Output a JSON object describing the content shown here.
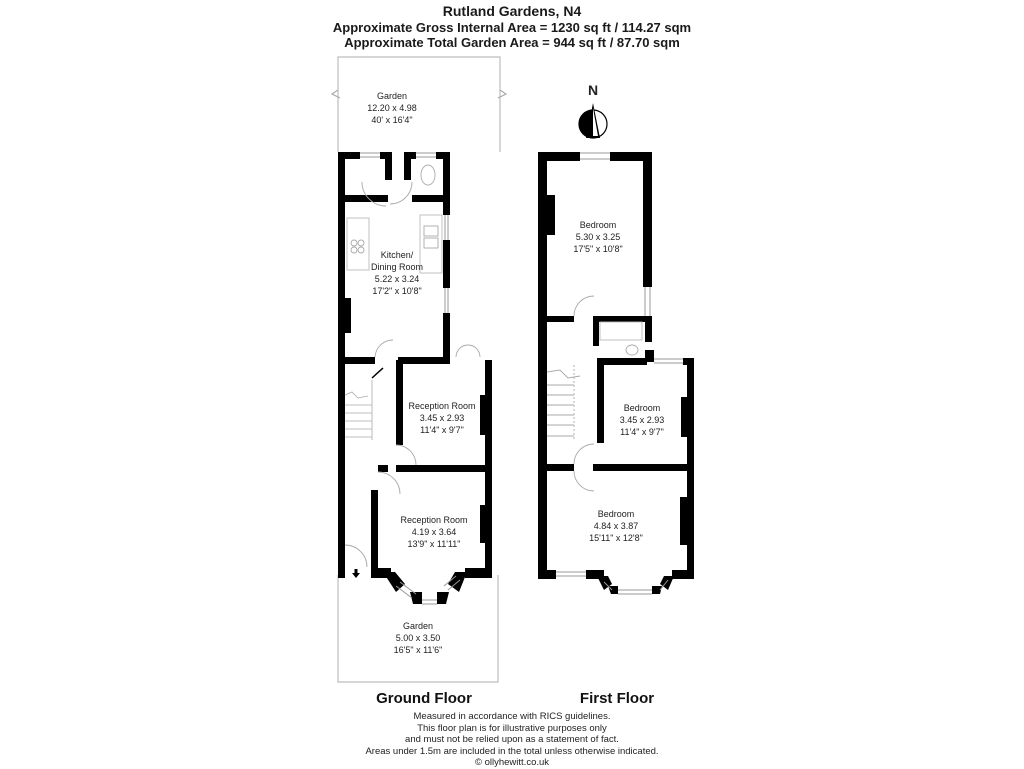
{
  "header": {
    "title": "Rutland Gardens, N4",
    "gross_internal_area": "Approximate Gross Internal Area = 1230 sq ft / 114.27 sqm",
    "total_garden_area": "Approximate Total Garden Area = 944 sq ft / 87.70 sqm"
  },
  "compass": {
    "label": "N",
    "icon": "north-arrow-icon"
  },
  "ground_floor": {
    "title": "Ground Floor",
    "rooms": [
      {
        "name": "Garden",
        "metric": "12.20 x 4.98",
        "imperial": "40' x 16'4\""
      },
      {
        "name": "Kitchen/\nDining Room",
        "line1": "Kitchen/",
        "line2": "Dining Room",
        "metric": "5.22 x 3.24",
        "imperial": "17'2\" x 10'8\""
      },
      {
        "name": "Reception Room",
        "metric": "3.45 x 2.93",
        "imperial": "11'4\" x 9'7\""
      },
      {
        "name": "Reception Room",
        "metric": "4.19 x 3.64",
        "imperial": "13'9\" x 11'11\""
      },
      {
        "name": "Garden",
        "metric": "5.00 x 3.50",
        "imperial": "16'5\" x 11'6\""
      }
    ]
  },
  "first_floor": {
    "title": "First Floor",
    "rooms": [
      {
        "name": "Bedroom",
        "metric": "5.30 x 3.25",
        "imperial": "17'5\" x 10'8\""
      },
      {
        "name": "Bedroom",
        "metric": "3.45 x 2.93",
        "imperial": "11'4\" x 9'7\""
      },
      {
        "name": "Bedroom",
        "metric": "4.84 x 3.87",
        "imperial": "15'11\" x 12'8\""
      }
    ]
  },
  "footer": {
    "lines": [
      "Measured in accordance with RICS guidelines.",
      "This floor plan is for illustrative purposes only",
      "and must not be relied upon as a statement of fact.",
      "Areas under 1.5m are included in the total unless otherwise indicated.",
      "© ollyhewitt.co.uk"
    ]
  },
  "colors": {
    "wall": "#000000",
    "outline": "#bdbdbd",
    "window": "#9a9a9a",
    "background": "#ffffff"
  }
}
